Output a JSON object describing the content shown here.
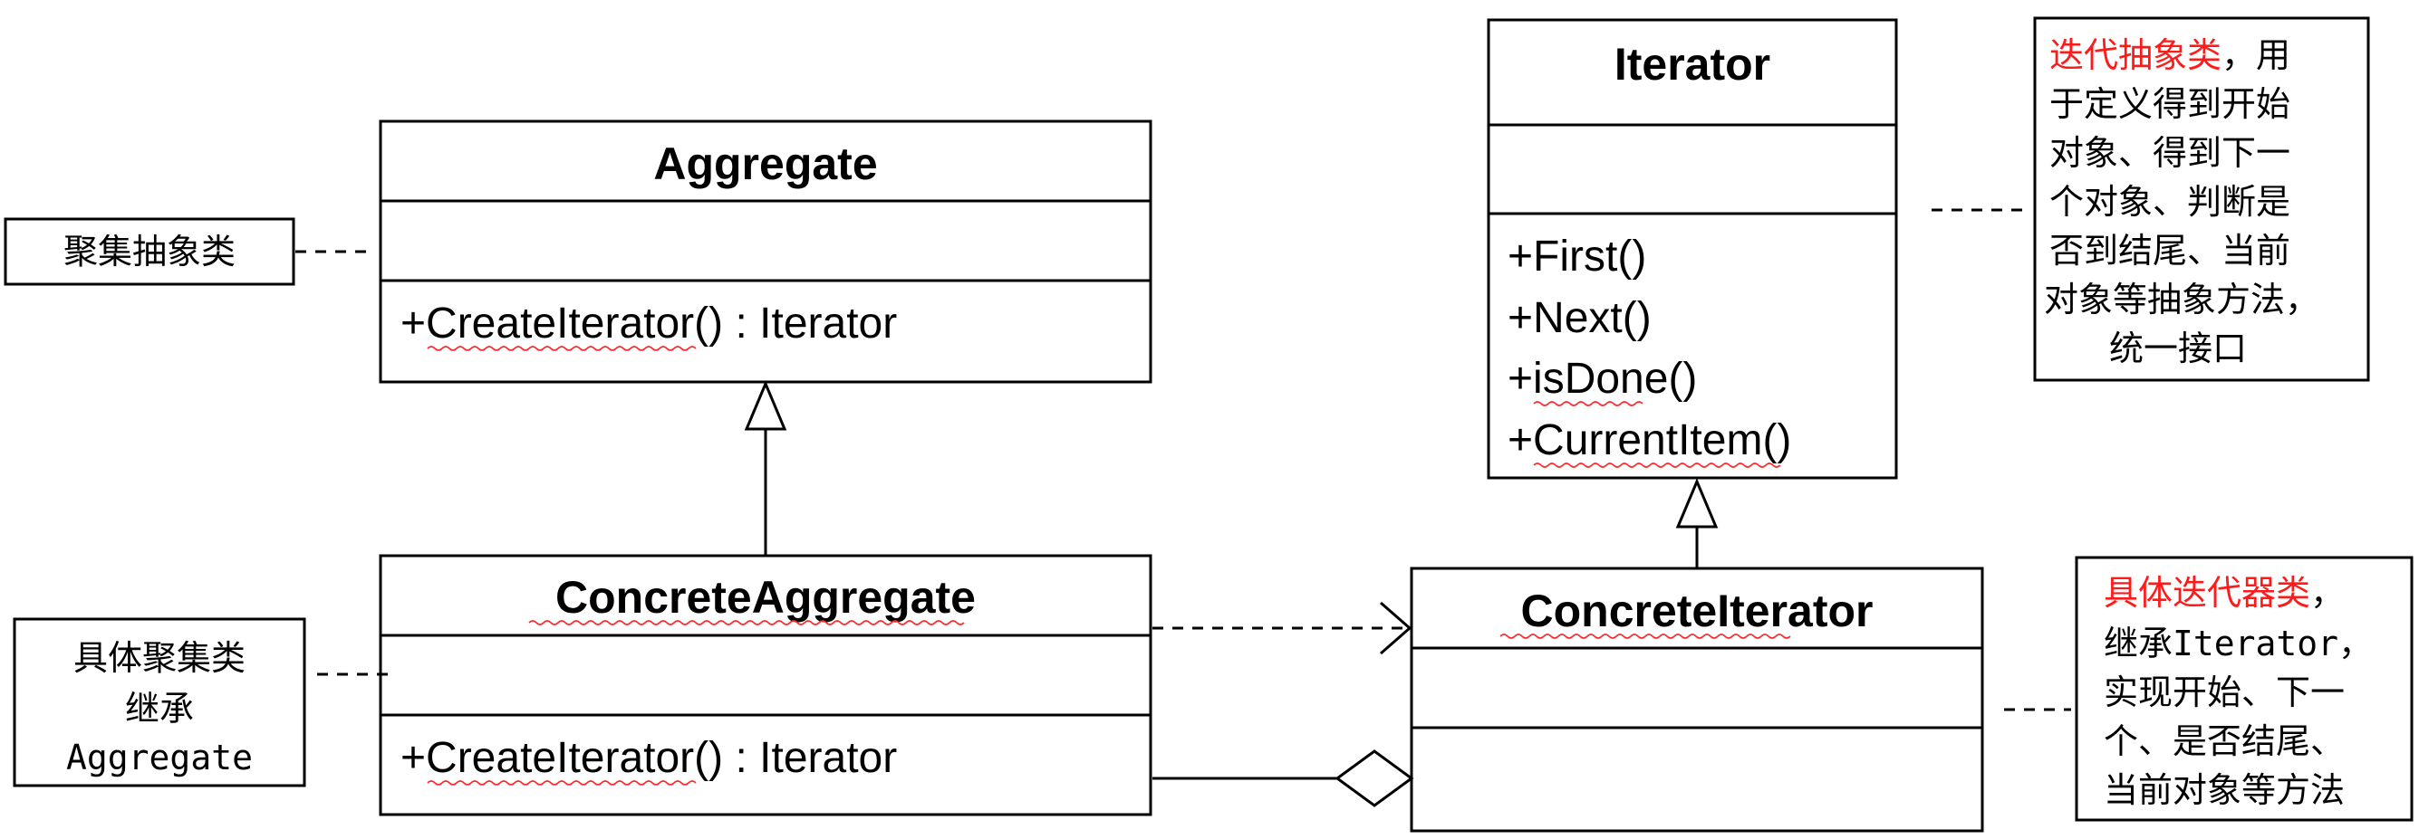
{
  "classes": {
    "aggregate": {
      "name": "Aggregate",
      "method": "+CreateIterator()  : Iterator"
    },
    "iterator": {
      "name": "Iterator",
      "methods": [
        "+First()",
        "+Next()",
        "+isDone()",
        "+CurrentItem()"
      ]
    },
    "concrete_aggregate": {
      "name": "ConcreteAggregate",
      "method": "+CreateIterator()  : Iterator"
    },
    "concrete_iterator": {
      "name": "ConcreteIterator"
    }
  },
  "notes": {
    "aggregate_note": {
      "line1": "聚集抽象类"
    },
    "concrete_aggregate_note": {
      "line1": "具体聚集类",
      "line2": "继承",
      "line3": "Aggregate"
    },
    "iterator_note": {
      "highlight": "迭代抽象类",
      "line1_rest": "，用",
      "line2": "于定义得到开始",
      "line3": "对象、得到下一",
      "line4": "个对象、判断是",
      "line5": "否到结尾、当前",
      "line6": "对象等抽象方法，",
      "line7": "统一接口"
    },
    "concrete_iterator_note": {
      "highlight": "具体迭代器类",
      "line1_rest": "，",
      "line2": "继承Iterator，",
      "line3": "实现开始、下一",
      "line4": "个、是否结尾、",
      "line5": "当前对象等方法"
    }
  },
  "colors": {
    "highlight": "#ff1a1a",
    "squiggle": "#ff2a2a",
    "line": "#000000"
  }
}
